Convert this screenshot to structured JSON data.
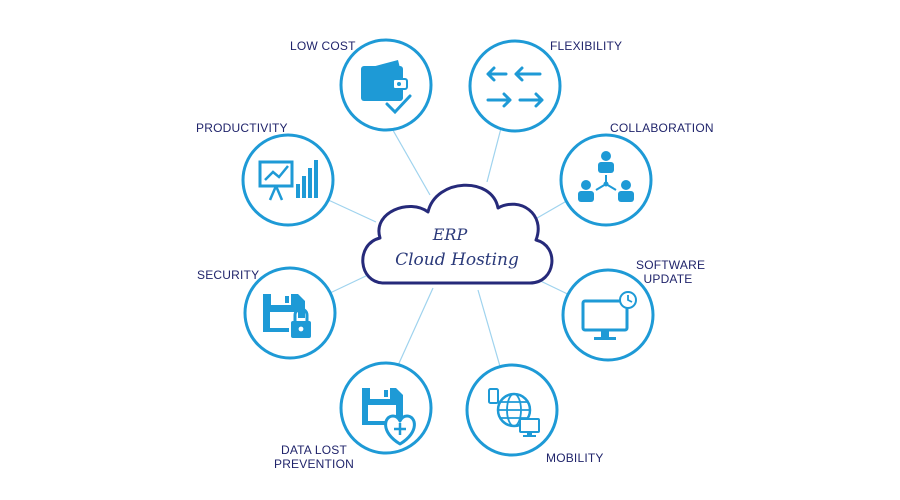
{
  "center": {
    "line1": "ERP",
    "line2": "Cloud Hosting",
    "outline_color": "#262a7a"
  },
  "accent_color": "#1e9ad6",
  "label_color": "#20246b",
  "nodes": [
    {
      "id": "low-cost",
      "label": "LOW COST",
      "icon": "wallet-check-icon"
    },
    {
      "id": "flexibility",
      "label": "FLEXIBILITY",
      "icon": "swap-arrows-icon"
    },
    {
      "id": "productivity",
      "label": "PRODUCTIVITY",
      "icon": "growth-chart-icon"
    },
    {
      "id": "collaboration",
      "label": "COLLABORATION",
      "icon": "team-network-icon"
    },
    {
      "id": "software-update",
      "label_line1": "SOFTWARE",
      "label_line2": "UPDATE",
      "icon": "monitor-clock-icon"
    },
    {
      "id": "security",
      "label": "SECURITY",
      "icon": "floppy-lock-icon"
    },
    {
      "id": "data-lost-prevention",
      "label_line1": "DATA LOST",
      "label_line2": "PREVENTION",
      "icon": "floppy-heart-icon"
    },
    {
      "id": "mobility",
      "label": "MOBILITY",
      "icon": "globe-devices-icon"
    }
  ]
}
